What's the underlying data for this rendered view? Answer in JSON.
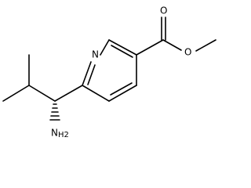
{
  "molecule": {
    "atoms": {
      "n_ring": "N",
      "o_carbonyl": "O",
      "o_ester": "O",
      "amine_n": "N",
      "amine_h2": "H2"
    },
    "colors": {
      "bond": "#000000",
      "text": "#000000",
      "background": "#ffffff"
    }
  }
}
